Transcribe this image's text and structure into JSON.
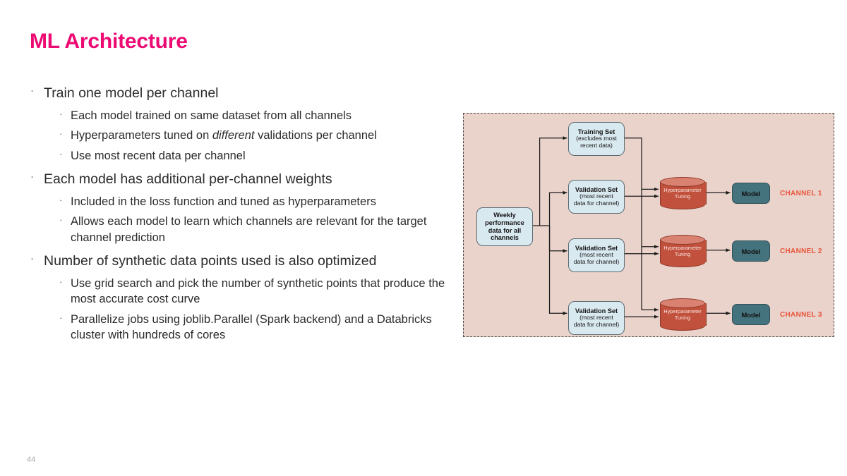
{
  "slide": {
    "title": "ML Architecture",
    "page_number": "44",
    "title_color": "#ec0a73"
  },
  "bullets": [
    {
      "level1": "Train one model per channel",
      "level2": [
        "Each model trained on same dataset from all channels",
        "Hyperparameters tuned on different validations per channel",
        "Use most recent data per channel"
      ]
    },
    {
      "level1": "Each model has additional per-channel weights",
      "level2": [
        "Included in the loss function and tuned as hyperparameters",
        "Allows each model to learn which channels are relevant for the target channel prediction"
      ]
    },
    {
      "level1": "Number of synthetic data points used is also optimized",
      "level2": [
        "Use grid search and pick the number of synthetic points that produce the most accurate cost curve",
        "Parallelize jobs using joblib.Parallel (Spark backend) and a Databricks cluster with hundreds of cores"
      ]
    }
  ],
  "bullet_italic_fragments": {
    "b1_2_pre": "Hyperparameters tuned on ",
    "b1_2_italic": "different",
    "b1_2_post": " validations per channel"
  },
  "diagram": {
    "background_color": "#ead3cb",
    "border_style": "dashed",
    "source": {
      "label_lines": [
        "Weekly",
        "performance",
        "data for all",
        "channels"
      ]
    },
    "training_set": {
      "heading": "Training Set",
      "sub_lines": [
        "(excludes most",
        "recent data)"
      ]
    },
    "validation_sets": [
      {
        "heading": "Validation Set",
        "sub_lines": [
          "(most recent",
          "data for channel)"
        ]
      },
      {
        "heading": "Validation Set",
        "sub_lines": [
          "(most recent",
          "data for channel)"
        ]
      },
      {
        "heading": "Validation Set",
        "sub_lines": [
          "(most recent",
          "data for channel)"
        ]
      }
    ],
    "tuning_nodes": [
      {
        "line1": "Hyperparameter",
        "line2": "Tuning"
      },
      {
        "line1": "Hyperparameter",
        "line2": "Tuning"
      },
      {
        "line1": "Hyperparameter",
        "line2": "Tuning"
      }
    ],
    "models": [
      {
        "label": "Model"
      },
      {
        "label": "Model"
      },
      {
        "label": "Model"
      }
    ],
    "channel_labels": [
      "CHANNEL 1",
      "CHANNEL 2",
      "CHANNEL 3"
    ],
    "colors": {
      "dataset_fill": "#d9e9f0",
      "cylinder_body": "#c1503c",
      "cylinder_top": "#d98272",
      "model_fill": "#45737d",
      "channel_text": "#e8543a"
    }
  }
}
